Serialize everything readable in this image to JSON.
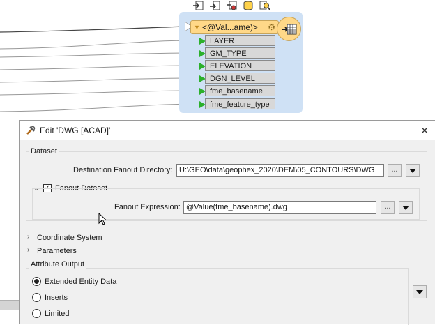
{
  "workspace": {
    "writer": {
      "header_label": "<@Val...ame)>",
      "attributes": [
        "LAYER",
        "GM_TYPE",
        "ELEVATION",
        "DGN_LEVEL",
        "fme_basename",
        "fme_feature_type"
      ]
    },
    "toolbar_icons": [
      "writer-icon",
      "import-icon",
      "feature-type-icon",
      "database-icon",
      "inspect-icon"
    ]
  },
  "dialog": {
    "title": "Edit 'DWG [ACAD]'",
    "close_glyph": "✕",
    "dataset": {
      "group_label": "Dataset",
      "dest_dir_label": "Destination Fanout Directory:",
      "dest_dir_value": "U:\\GEO\\data\\geophex_2020\\DEM\\05_CONTOURS\\DWG",
      "browse_label": "...",
      "fanout": {
        "checkbox_label": "Fanout Dataset",
        "checked": true,
        "expr_label": "Fanout Expression:",
        "expr_value": "@Value(fme_basename).dwg",
        "browse_label": "..."
      }
    },
    "sections": {
      "coordinate_system": "Coordinate System",
      "parameters": "Parameters"
    },
    "attribute_output": {
      "group_label": "Attribute Output",
      "options": [
        {
          "label": "Extended Entity Data",
          "selected": true
        },
        {
          "label": "Inserts",
          "selected": false
        },
        {
          "label": "Limited",
          "selected": false
        }
      ]
    }
  },
  "colors": {
    "writer_bg": "#cfe1f5",
    "writer_header": "#ffd888",
    "port_green": "#2bb02b",
    "dialog_bg": "#f0f0f0"
  }
}
